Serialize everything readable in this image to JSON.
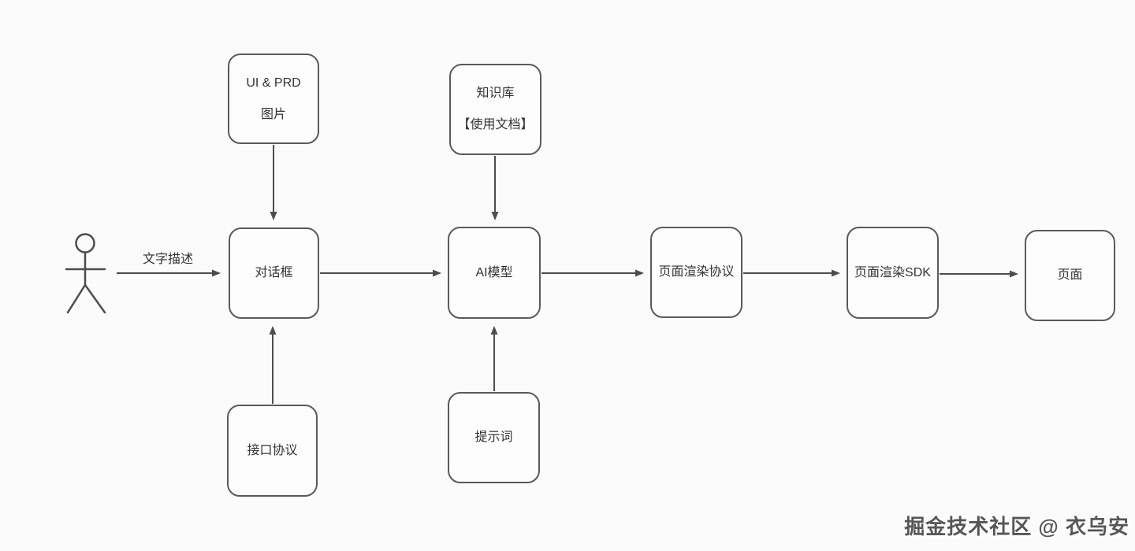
{
  "diagram": {
    "title": "AI page generation flow diagram",
    "actor": "user-stick-figure",
    "nodes": {
      "ui_prd": {
        "line1": "UI & PRD",
        "line2": "图片"
      },
      "knowledge": {
        "line1": "知识库",
        "line2": "【使用文档】"
      },
      "dialog": {
        "label": "对话框"
      },
      "ai_model": {
        "label": "AI模型"
      },
      "render_protocol": {
        "label": "页面渲染协议"
      },
      "render_sdk": {
        "label": "页面渲染SDK"
      },
      "page": {
        "label": "页面"
      },
      "api_protocol": {
        "label": "接口协议"
      },
      "prompt": {
        "label": "提示词"
      }
    },
    "edge_labels": {
      "user_input": "文字描述"
    },
    "edges": [
      "user → 对话框 (文字描述)",
      "UI & PRD 图片 → 对话框",
      "接口协议 → 对话框",
      "对话框 → AI模型",
      "知识库【使用文档】 → AI模型",
      "提示词 → AI模型",
      "AI模型 → 页面渲染协议",
      "页面渲染协议 → 页面渲染SDK",
      "页面渲染SDK → 页面"
    ],
    "colors": {
      "background": "#fbfbfc",
      "node_fill": "#fdfdfe",
      "node_border": "#5a5a5a",
      "line": "#4d4d4d",
      "text": "#333333"
    }
  },
  "watermark": {
    "text": "掘金技术社区 @ 衣乌安"
  }
}
